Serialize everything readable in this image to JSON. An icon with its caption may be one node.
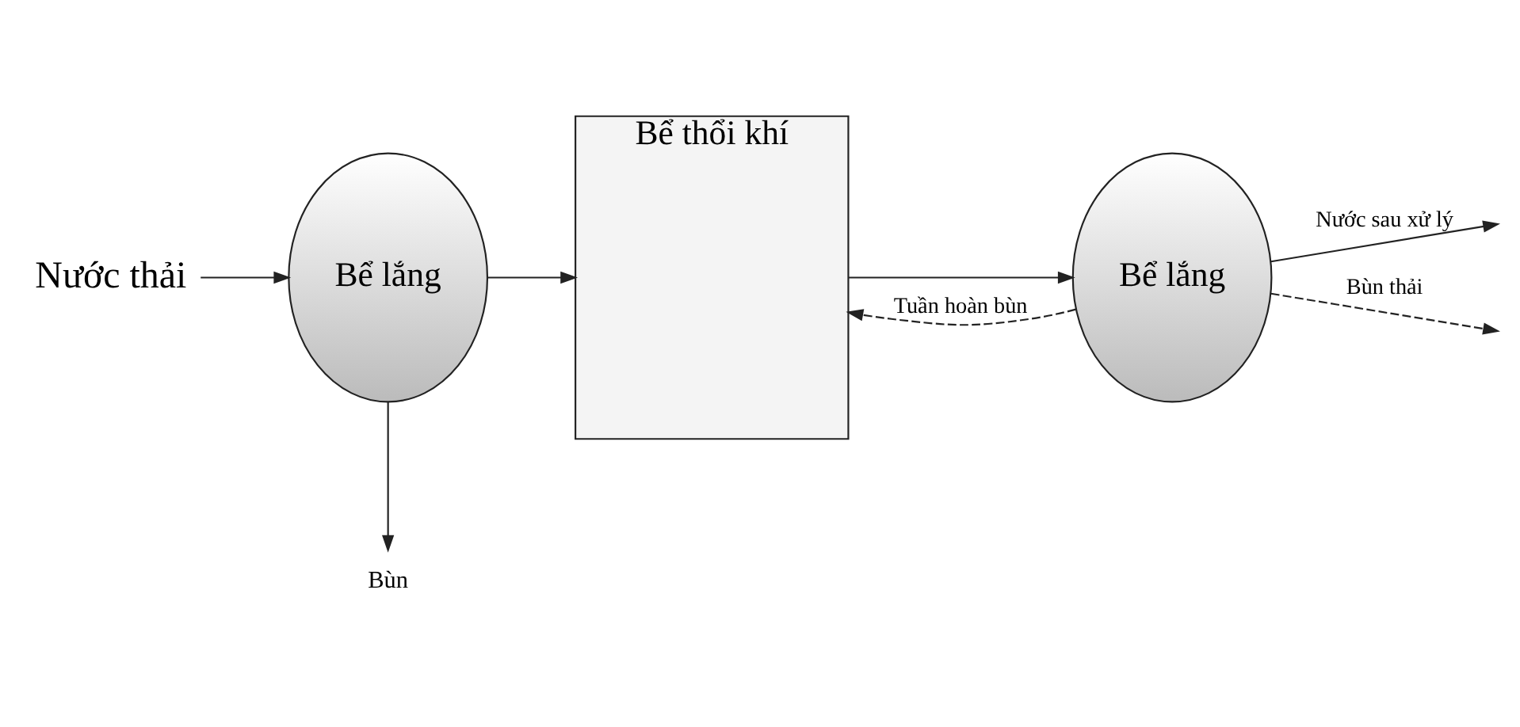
{
  "diagram": {
    "nodes": [
      {
        "text": [
          "Nước thải"
        ]
      },
      {
        "text": [
          "Bể lắng"
        ]
      },
      {
        "text": [
          "Bể thổi khí"
        ]
      },
      {
        "text": [
          "Bể lắng"
        ]
      },
      {
        "text": [
          "Bùn"
        ]
      }
    ],
    "edges": [
      {
        "from": 0,
        "to": 1,
        "arrow": "to"
      },
      {
        "from": 1,
        "to": 2,
        "arrow": "to"
      },
      {
        "from": 2,
        "to": 3,
        "arrow": "to"
      },
      {
        "from": 3,
        "to": null,
        "arrow": "to",
        "label": "Nước sau xử lý"
      },
      {
        "from": 1,
        "to": 4,
        "arrow": "to"
      },
      {
        "from": 3,
        "to": null,
        "arrow": "to",
        "label": "Bùn thải",
        "style": "dashed"
      },
      {
        "from": 3,
        "to": 2,
        "arrow": "to",
        "label": "Tuần hoàn bùn",
        "style": "dashed"
      }
    ]
  }
}
